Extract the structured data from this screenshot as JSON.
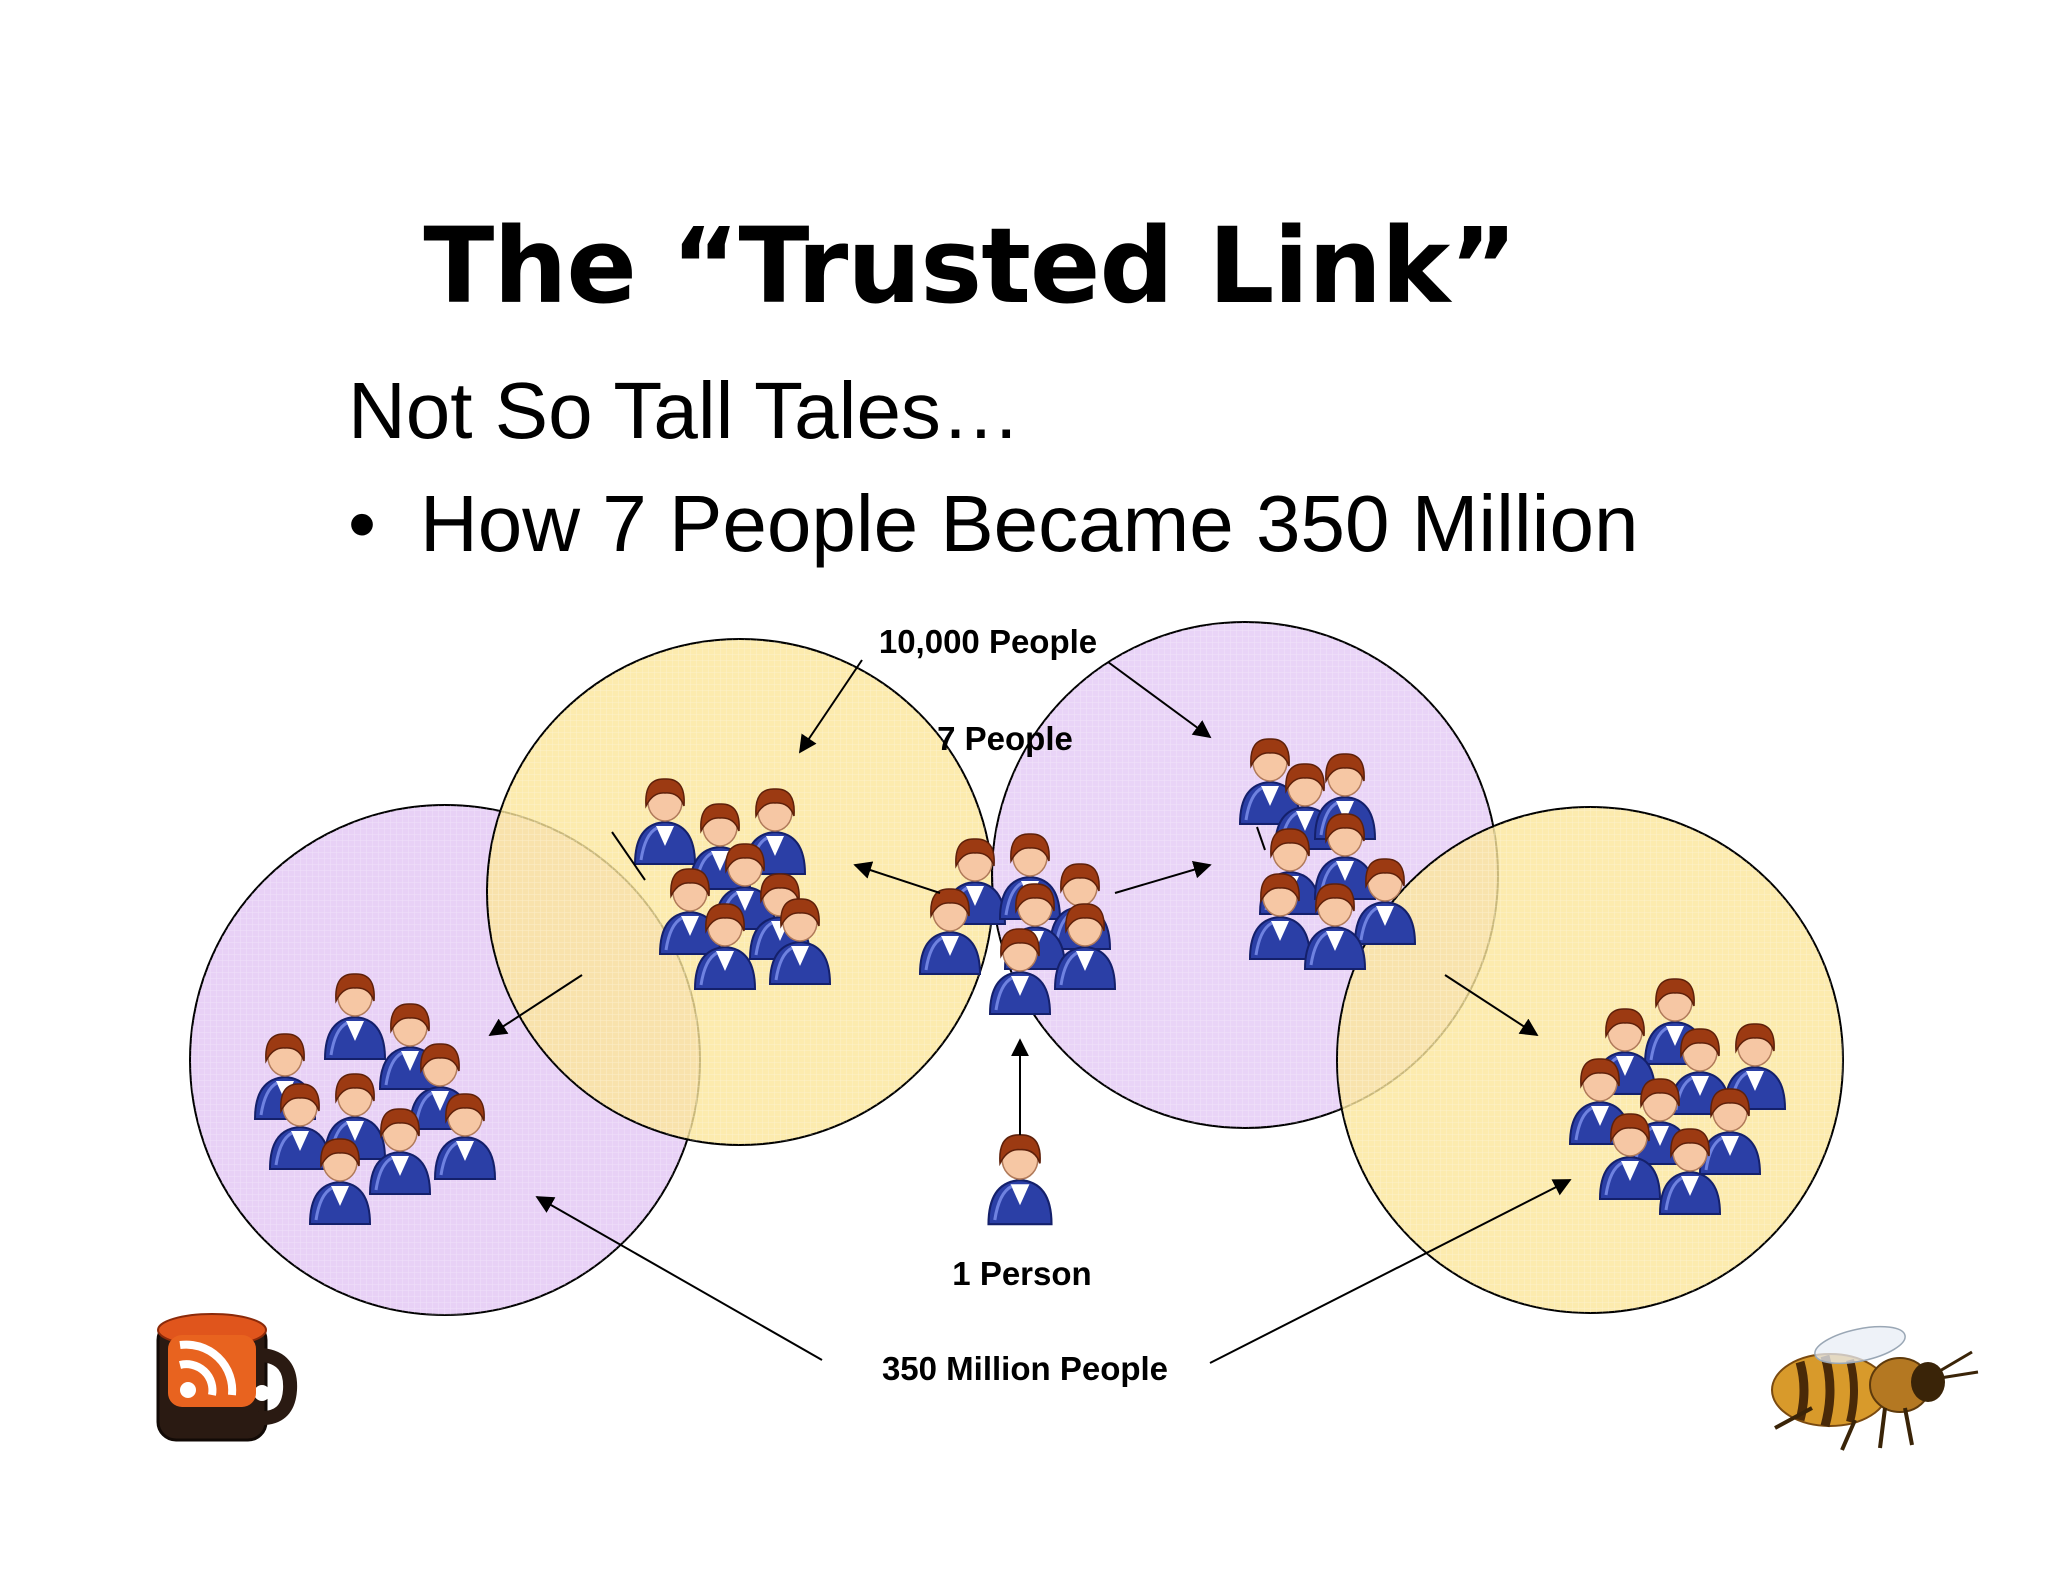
{
  "title": "The “Trusted Link”",
  "subtitle": "Not So Tall Tales…",
  "bullet": "How 7 People Became 350 Million",
  "bullet_symbol": "•",
  "labels": {
    "ten_thousand": "10,000 People",
    "seven": "7 People",
    "one": "1 Person",
    "million": "350 Million People"
  },
  "icons": {
    "left": "rss-mug-icon",
    "right": "bee-icon"
  },
  "colors": {
    "yellow_circle": "#fbe69a",
    "purple_circle": "#e4c9f5",
    "person_body": "#2b3fa6",
    "person_hair": "#9c3a12",
    "person_face": "#f6c7a4"
  }
}
